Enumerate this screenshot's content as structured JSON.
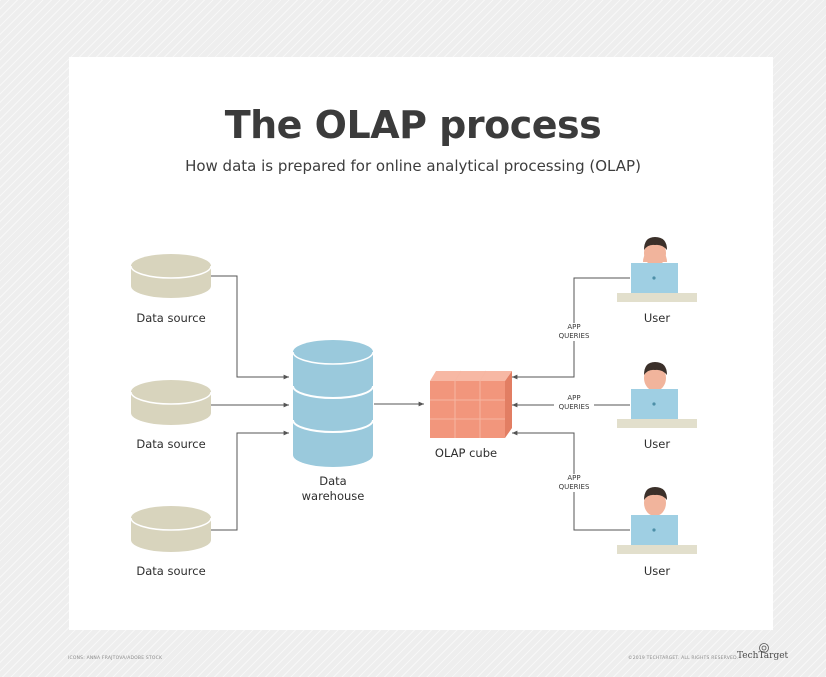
{
  "title": "The OLAP process",
  "subtitle": "How data is prepared for online analytical processing (OLAP)",
  "sources": [
    {
      "label": "Data source"
    },
    {
      "label": "Data source"
    },
    {
      "label": "Data source"
    }
  ],
  "warehouse": {
    "line1": "Data",
    "line2": "warehouse"
  },
  "cube": {
    "label": "OLAP cube"
  },
  "users": [
    {
      "label": "User"
    },
    {
      "label": "User"
    },
    {
      "label": "User"
    }
  ],
  "queries": [
    {
      "line1": "APP",
      "line2": "QUERIES"
    },
    {
      "line1": "APP",
      "line2": "QUERIES"
    },
    {
      "line1": "APP",
      "line2": "QUERIES"
    }
  ],
  "footer": {
    "left_credit": "ICONS: ANNA FRAJTOVA/ADOBE STOCK",
    "right_credit": "©2019 TECHTARGET. ALL RIGHTS RESERVED.",
    "brand": "TechTarget"
  },
  "colors": {
    "source": "#d8d4bd",
    "warehouse": "#9ac9dc",
    "cube": "#f2967c",
    "skin": "#f1b49c",
    "hair": "#3b302a",
    "laptop": "#9fcfe3",
    "desk": "#e2dfcc",
    "line": "#555555"
  }
}
